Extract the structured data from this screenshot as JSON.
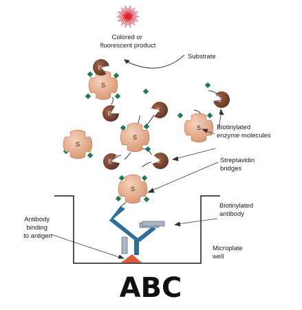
{
  "labels": {
    "product": [
      "Colored or",
      "fluorescent product"
    ],
    "substrate": "Substrate",
    "biotinylated_enzyme": [
      "Biotinylated",
      "enzyme molecules"
    ],
    "streptavidin_bridges": [
      "Streptavidin",
      "bridges"
    ],
    "biotinylated_antibody": [
      "Biotinylated",
      "antibody"
    ],
    "antibody_binding": [
      "Antibody",
      "binding",
      "to antigen"
    ],
    "microplate_well": [
      "Microplate",
      "well"
    ],
    "caption": "ABC"
  },
  "symbols": {
    "streptavidin": "S",
    "enzyme": "E"
  },
  "colors": {
    "streptavidin_fill": "#e9b191",
    "enzyme_fill": "#7c4a33",
    "biotin_green": "#1f7a55",
    "antibody_blue": "#2f6f96",
    "antigen_red": "#e0593a",
    "burst_red": "#e8202a"
  }
}
